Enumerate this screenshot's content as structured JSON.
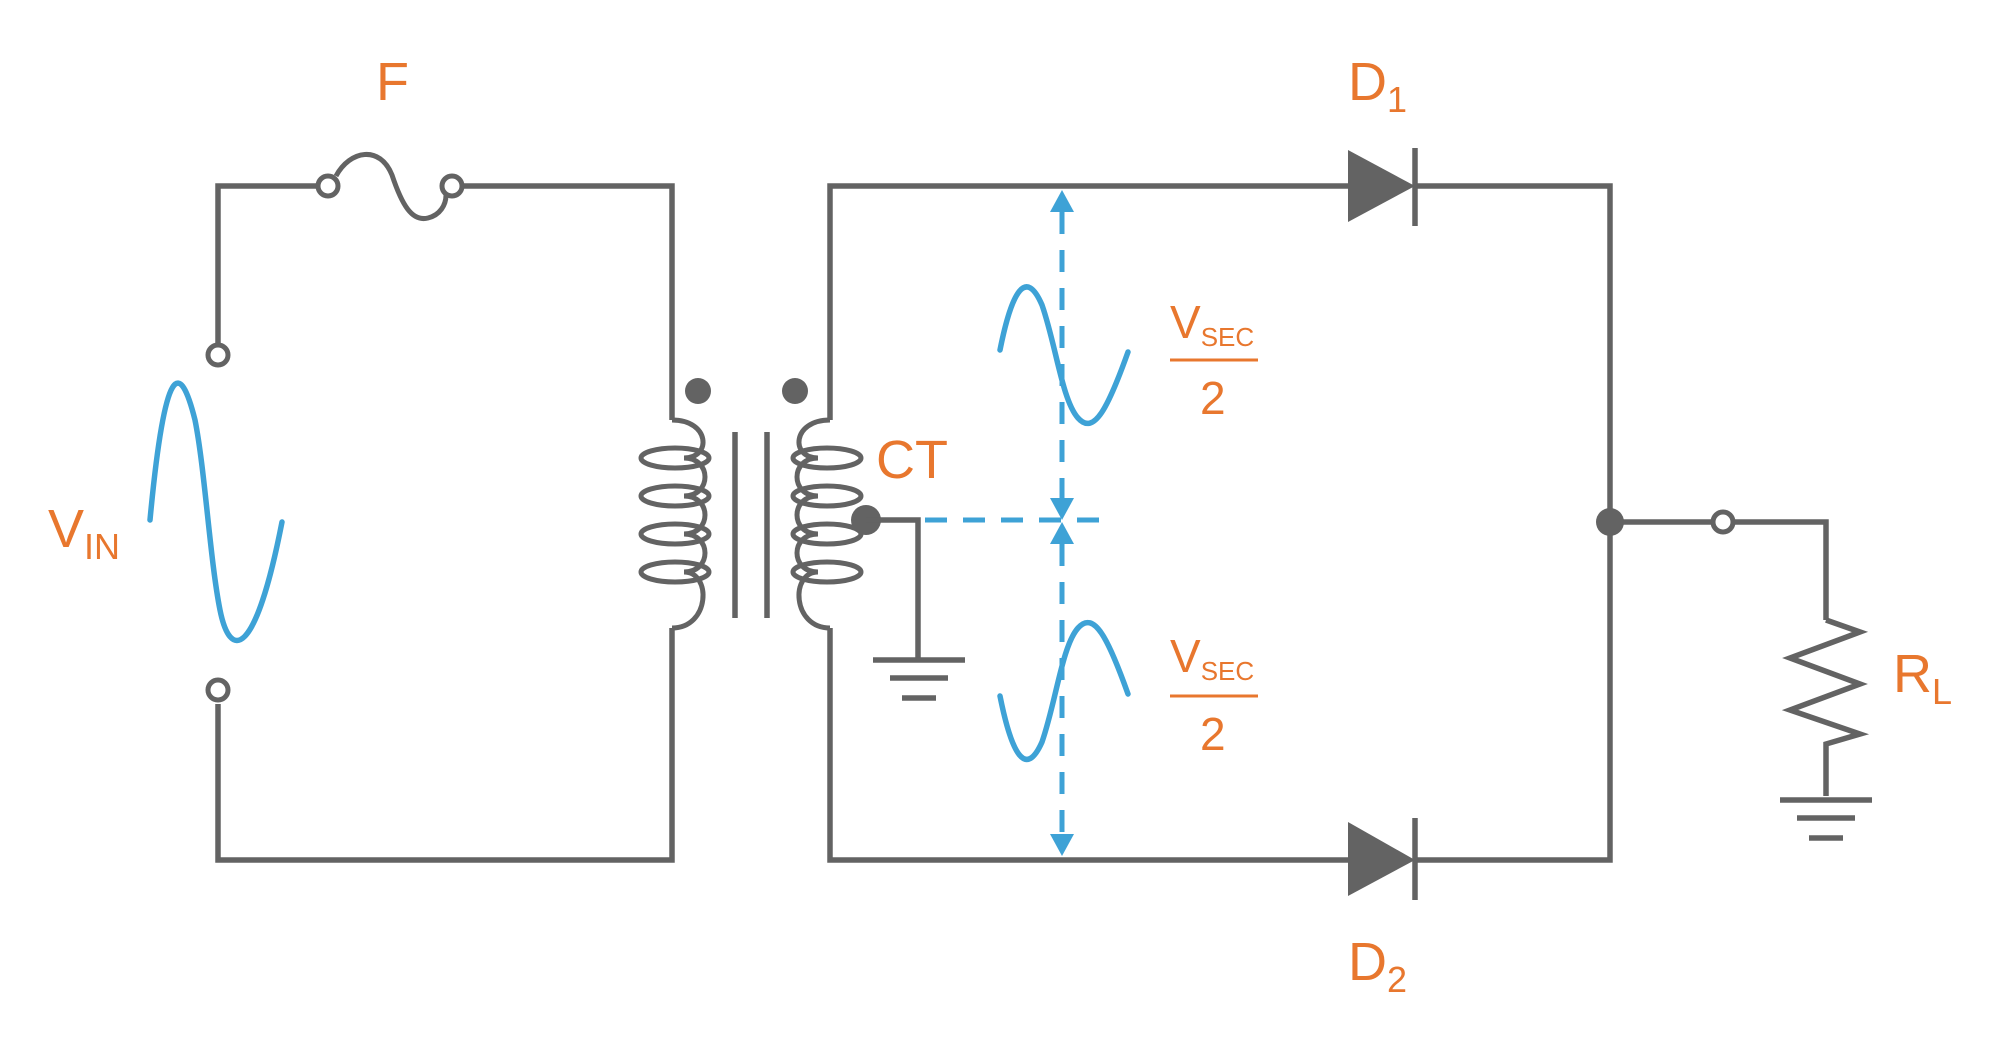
{
  "labels": {
    "fuse": "F",
    "input_main": "V",
    "input_sub": "IN",
    "center_tap": "CT",
    "diode1_main": "D",
    "diode1_sub": "1",
    "diode2_main": "D",
    "diode2_sub": "2",
    "load_main": "R",
    "load_sub": "L",
    "vsec_top_main": "V",
    "vsec_top_sub": "SEC",
    "vsec_top_den": "2",
    "vsec_bottom_main": "V",
    "vsec_bottom_sub": "SEC",
    "vsec_bottom_den": "2"
  },
  "colors": {
    "wire": "#636363",
    "signal": "#3ea2d6",
    "label": "#e8772e"
  }
}
